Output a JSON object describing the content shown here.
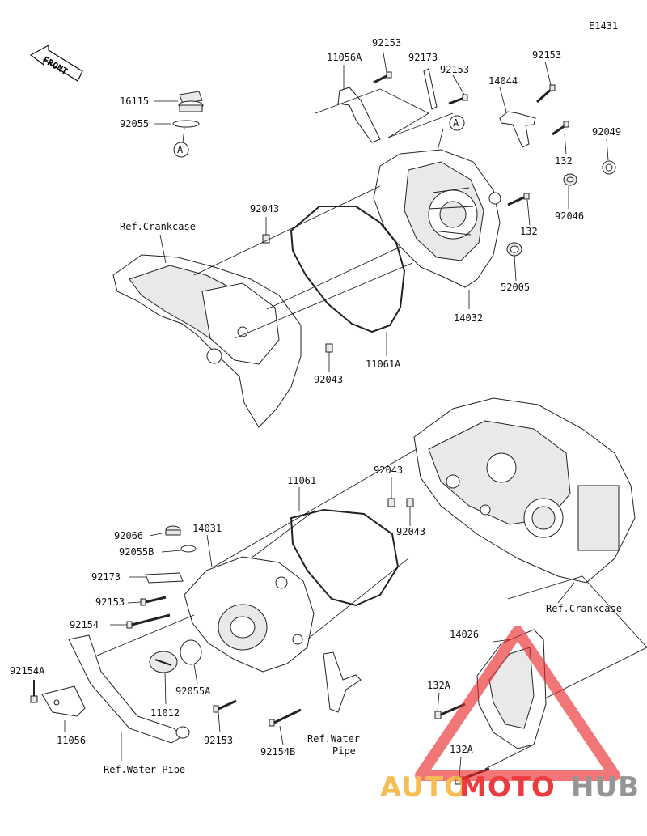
{
  "diagram_code": "E1431",
  "front_label": "FRONT",
  "reference_marker": "A",
  "labels": {
    "p16115": "16115",
    "p92055": "92055",
    "p11056A": "11056A",
    "p92153_a": "92153",
    "p92173_a": "92173",
    "p92153_b": "92153",
    "p92153_c": "92153",
    "p14044": "14044",
    "p132_a": "132",
    "p92049": "92049",
    "p92046": "92046",
    "p132_b": "132",
    "p92043_a": "92043",
    "ref_crankcase_top": "Ref.Crankcase",
    "p52005": "52005",
    "p14032": "14032",
    "p92043_b": "92043",
    "p11061A": "11061A",
    "p11061": "11061",
    "p92043_c": "92043",
    "p92043_d": "92043",
    "p92066": "92066",
    "p14031": "14031",
    "p92055B": "92055B",
    "p92173_b": "92173",
    "p92153_d": "92153",
    "p92154": "92154",
    "p92154A": "92154A",
    "p11012": "11012",
    "p92055A": "92055A",
    "p11056": "11056",
    "p92153_e": "92153",
    "p92154B": "92154B",
    "ref_water_pipe_right": "Ref.Water\nPipe",
    "ref_water_pipe_right_1": "Ref.Water",
    "ref_water_pipe_right_2": "Pipe",
    "ref_water_pipe_left": "Ref.Water Pipe",
    "ref_crankcase_bottom": "Ref.Crankcase",
    "p14026": "14026",
    "p132A_a": "132A",
    "p132A_b": "132A"
  },
  "watermark": {
    "part1": "AUTO",
    "part2": "MOTO",
    "part3": "HUB",
    "color1": "#f5b642",
    "color2": "#e8282b",
    "color3": "#8a8a8a"
  }
}
